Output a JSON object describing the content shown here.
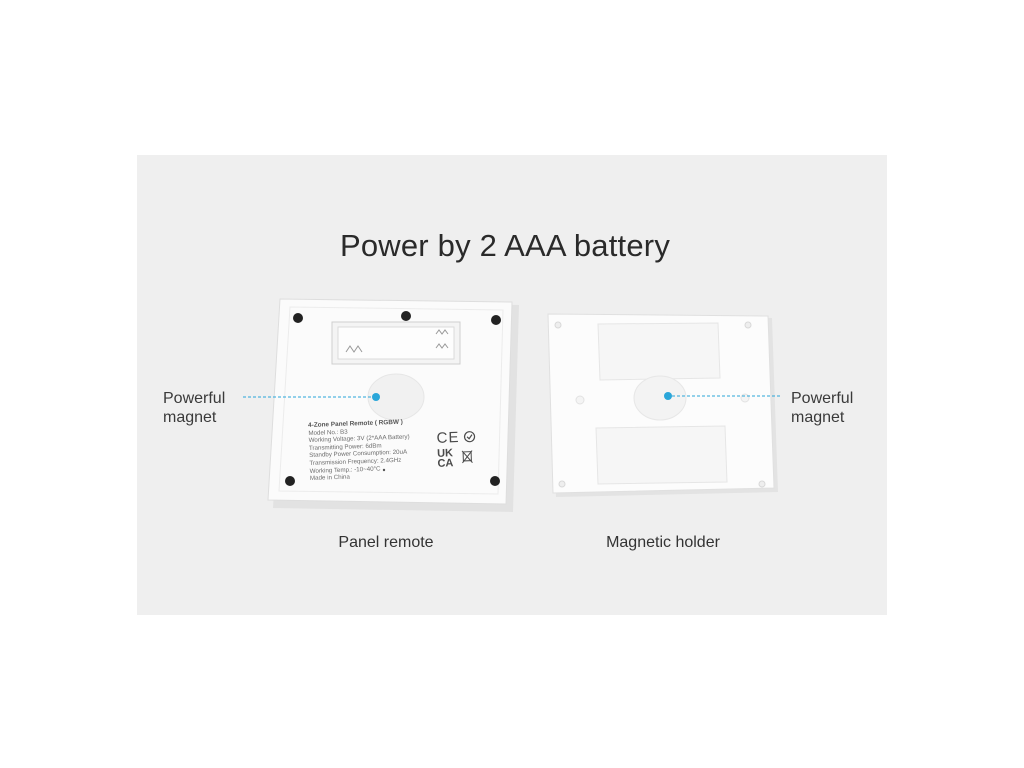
{
  "headline": "Power by 2 AAA battery",
  "left_callout": {
    "line1": "Powerful",
    "line2": "magnet"
  },
  "right_callout": {
    "line1": "Powerful",
    "line2": "magnet"
  },
  "captions": {
    "left": "Panel remote",
    "right": "Magnetic holder"
  },
  "product_label": {
    "title": "4-Zone Panel Remote ( RGBW )",
    "lines": [
      "Model No.: B3",
      "Working Voltage: 3V (2*AAA Battery)",
      "Transmitting Power: 6dBm",
      "Standby Power Consumption: 20uA",
      "Transmission Frequency: 2.4GHz",
      "Working Temp.: -10~40°C",
      "Made in China"
    ],
    "marks": {
      "ce": "CE",
      "ukca_top": "UK",
      "ukca_bottom": "CA"
    }
  },
  "colors": {
    "accent": "#2aa6d9",
    "panel_bg": "#efefef",
    "device": "#fafafa"
  }
}
